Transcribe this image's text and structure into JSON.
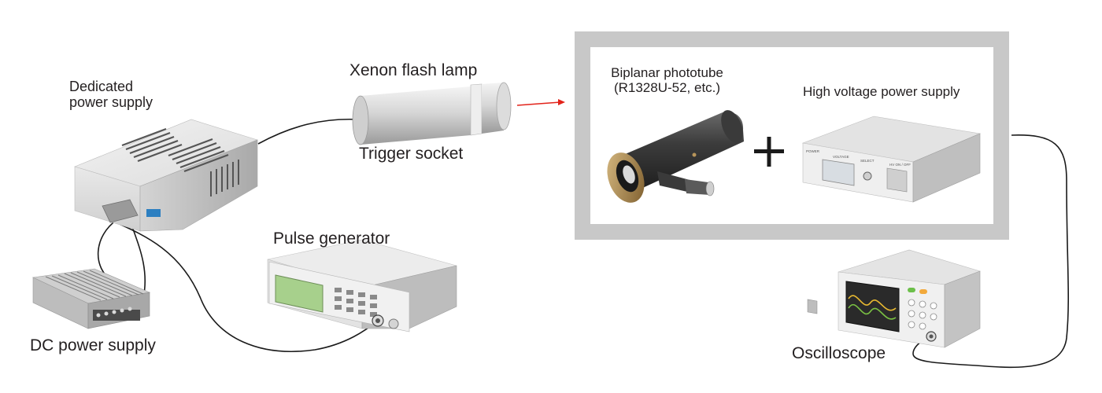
{
  "labels": {
    "dedicated_power_supply_line1": "Dedicated",
    "dedicated_power_supply_line2": "power supply",
    "xenon_flash_lamp": "Xenon flash lamp",
    "trigger_socket": "Trigger socket",
    "pulse_generator": "Pulse generator",
    "dc_power_supply": "DC power supply",
    "biplanar_phototube_line1": "Biplanar phototube",
    "biplanar_phototube_line2": "(R1328U-52, etc.)",
    "high_voltage_power_supply": "High voltage power supply",
    "oscilloscope": "Oscilloscope",
    "plus_sign": "+"
  },
  "hv_panel": {
    "power": "POWER",
    "voltage": "VOLTAGE",
    "select": "SELECT",
    "hv_on_off": "HV ON / OFF"
  },
  "colors": {
    "frame_gray": "#c8c8c8",
    "arrow_red": "#e2231a",
    "cable": "#1a1a1a",
    "device_light": "#e6e7e8",
    "device_mid": "#c9cbcd",
    "lcd_green": "#a7d08c",
    "scope_screen": "#2a2a2a",
    "phototube_body": "#4a4a4a",
    "phototube_ring": "#b8955a"
  },
  "icons": [
    "xenon-flash-lamp-icon",
    "dedicated-power-supply-icon",
    "dc-power-supply-icon",
    "pulse-generator-icon",
    "biplanar-phototube-icon",
    "high-voltage-power-supply-icon",
    "oscilloscope-icon",
    "light-arrow-icon"
  ]
}
